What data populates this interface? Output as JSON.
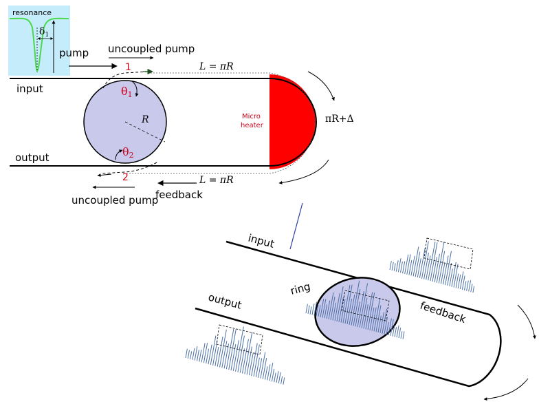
{
  "labels": {
    "resonance": "resonance",
    "delta1": "δ",
    "delta1_sub": "1",
    "pump": "pump",
    "uncoupled_pump_top": "uncoupled pump",
    "uncoupled_pump_bottom": "uncoupled pump",
    "input": "input",
    "output": "output",
    "port1": "1",
    "port2": "2",
    "theta1": "θ",
    "theta1_sub": "1",
    "theta2": "θ",
    "theta2_sub": "2",
    "radius": "R",
    "length_top": "L = πR",
    "length_bottom": "L = πR",
    "micro": "Micro",
    "heater": "heater",
    "extra_path": "πR+Δ",
    "feedback": "feedback",
    "input_lower": "input",
    "output_lower": "output",
    "ring": "ring",
    "feedback_lower": "feedback"
  },
  "colors": {
    "ring_fill": "#c9c9ec",
    "heater": "#ff0000",
    "resonance_bg": "#c5ecfb",
    "resonance_curve": "#4cd84c",
    "port_red": "#d0021b",
    "comb_blue": "#4a6fa5",
    "green_arrow": "#1f4d1f"
  }
}
